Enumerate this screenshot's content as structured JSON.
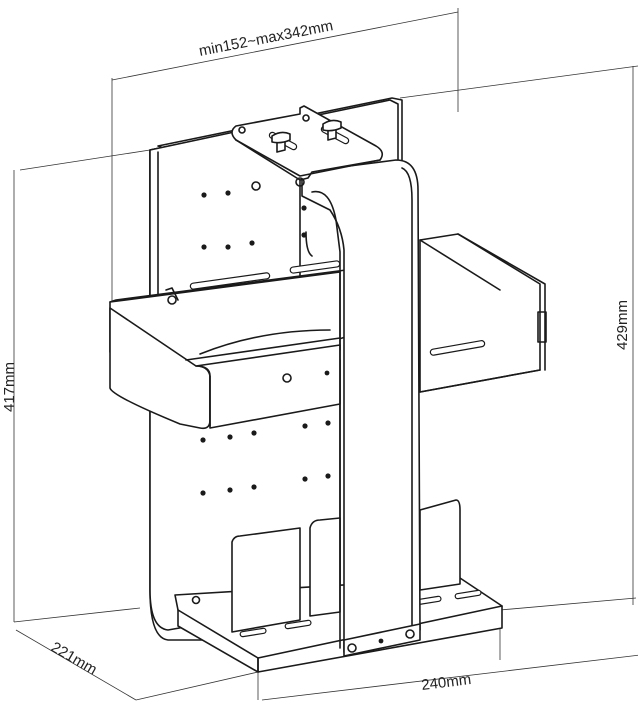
{
  "dimensions": {
    "width_range": "min152~max342mm",
    "height_left": "417mm",
    "height_right": "429mm",
    "depth": "221mm",
    "width_bottom": "240mm"
  }
}
